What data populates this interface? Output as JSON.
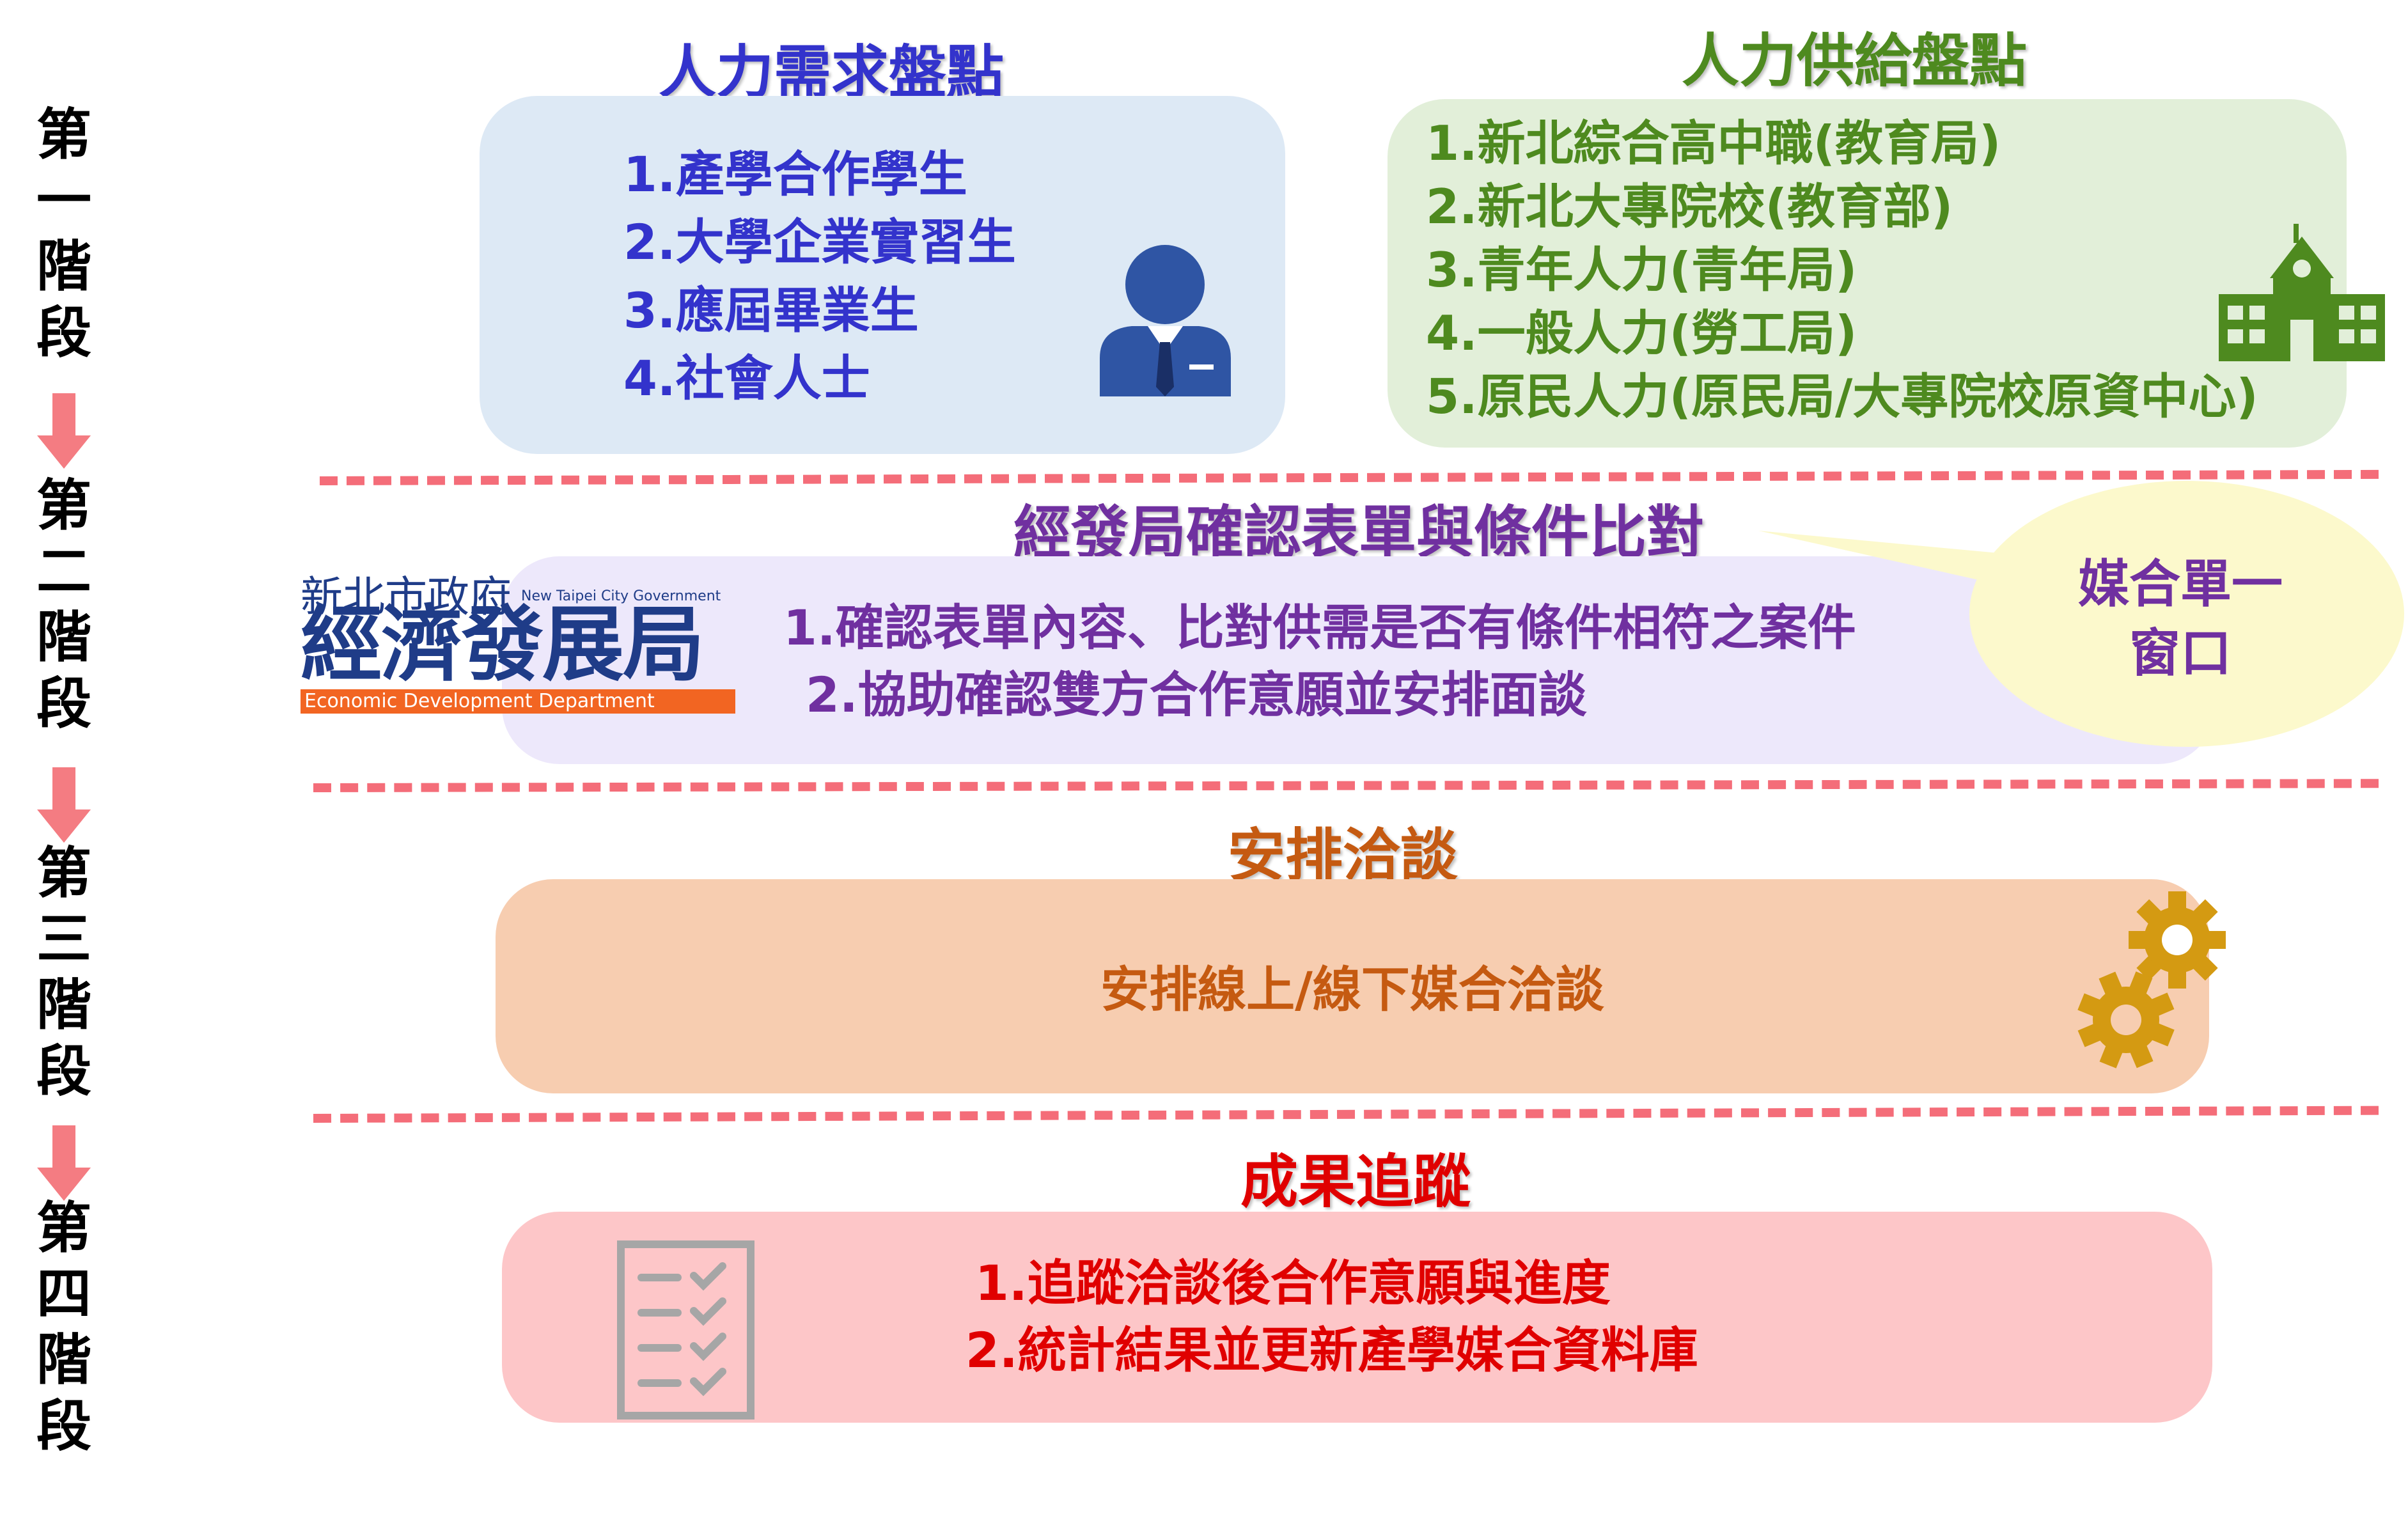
{
  "stages": [
    {
      "chars": [
        "第",
        "一",
        "階",
        "段"
      ]
    },
    {
      "chars": [
        "第",
        "二",
        "階",
        "段"
      ]
    },
    {
      "chars": [
        "第",
        "三",
        "階",
        "段"
      ]
    },
    {
      "chars": [
        "第",
        "四",
        "階",
        "段"
      ]
    }
  ],
  "demand": {
    "title": "人力需求盤點",
    "items": [
      "1.產學合作學生",
      "2.大學企業實習生",
      "3.應屆畢業生",
      "4.社會人士"
    ],
    "icon": "businessman-icon"
  },
  "supply": {
    "title": "人力供給盤點",
    "items": [
      "1.新北綜合高中職(教育局)",
      "2.新北大專院校(教育部)",
      "3.青年人力(青年局)",
      "4.一般人力(勞工局)",
      "5.原民人力(原民局/大專院校原資中心)"
    ],
    "icon": "school-building-icon"
  },
  "stage2": {
    "title": "經發局確認表單與條件比對",
    "items": [
      "1.確認表單內容、比對供需是否有條件相符之案件",
      "2.協助確認雙方合作意願並安排面談"
    ],
    "logo": {
      "top": "新北市政府",
      "en_top": "New Taipei City Government",
      "main": "經濟發展局",
      "en_bottom": "Economic Development Department"
    },
    "bubble": {
      "line1": "媒合單一",
      "line2": "窗口"
    }
  },
  "stage3": {
    "title": "安排洽談",
    "text": "安排線上/線下媒合洽談",
    "icon": "gears-icon"
  },
  "stage4": {
    "title": "成果追蹤",
    "items": [
      "1.追蹤洽談後合作意願與進度",
      "2.統計結果並更新產學媒合資料庫"
    ],
    "icon": "checklist-icon"
  },
  "colors": {
    "demand_text": "#3333cc",
    "demand_box": "#dde9f5",
    "supply_text": "#4e8a1f",
    "supply_box": "#e2efd9",
    "stage2_text": "#7030a0",
    "stage2_box": "#ede8fb",
    "stage3_text": "#c55a11",
    "stage3_box": "#f7cdb0",
    "stage4_text": "#e00000",
    "stage4_box": "#fdc6c8",
    "dash": "#f46d79",
    "arrow": "#f47c82",
    "bubble": "#fcf9cc"
  }
}
